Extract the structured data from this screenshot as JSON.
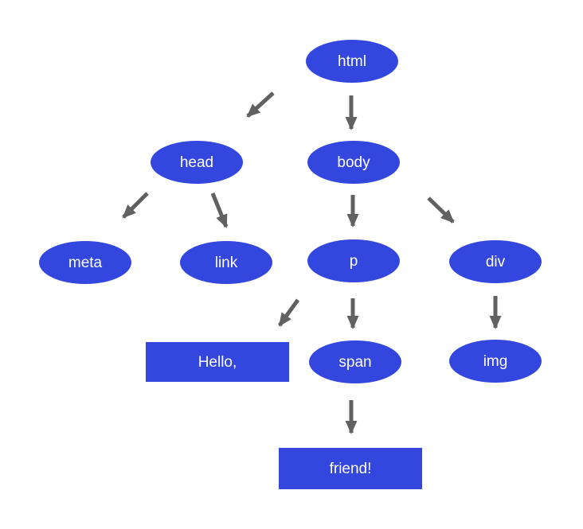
{
  "diagram": {
    "nodes": {
      "html": {
        "label": "html",
        "shape": "ellipse"
      },
      "head": {
        "label": "head",
        "shape": "ellipse"
      },
      "body": {
        "label": "body",
        "shape": "ellipse"
      },
      "meta": {
        "label": "meta",
        "shape": "ellipse"
      },
      "link": {
        "label": "link",
        "shape": "ellipse"
      },
      "p": {
        "label": "p",
        "shape": "ellipse"
      },
      "div": {
        "label": "div",
        "shape": "ellipse"
      },
      "span": {
        "label": "span",
        "shape": "ellipse"
      },
      "img": {
        "label": "img",
        "shape": "ellipse"
      },
      "text_hello": {
        "label": "Hello,",
        "shape": "rectangle"
      },
      "text_friend": {
        "label": "friend!",
        "shape": "rectangle"
      }
    },
    "edges": [
      {
        "from": "html",
        "to": "head"
      },
      {
        "from": "html",
        "to": "body"
      },
      {
        "from": "head",
        "to": "meta"
      },
      {
        "from": "head",
        "to": "link"
      },
      {
        "from": "body",
        "to": "p"
      },
      {
        "from": "body",
        "to": "div"
      },
      {
        "from": "p",
        "to": "text_hello"
      },
      {
        "from": "p",
        "to": "span"
      },
      {
        "from": "div",
        "to": "img"
      },
      {
        "from": "span",
        "to": "text_friend"
      }
    ],
    "colors": {
      "node_fill": "#3346DE",
      "node_text": "#FFFFFF",
      "arrow": "#616161",
      "background": "#FFFFFF"
    }
  }
}
